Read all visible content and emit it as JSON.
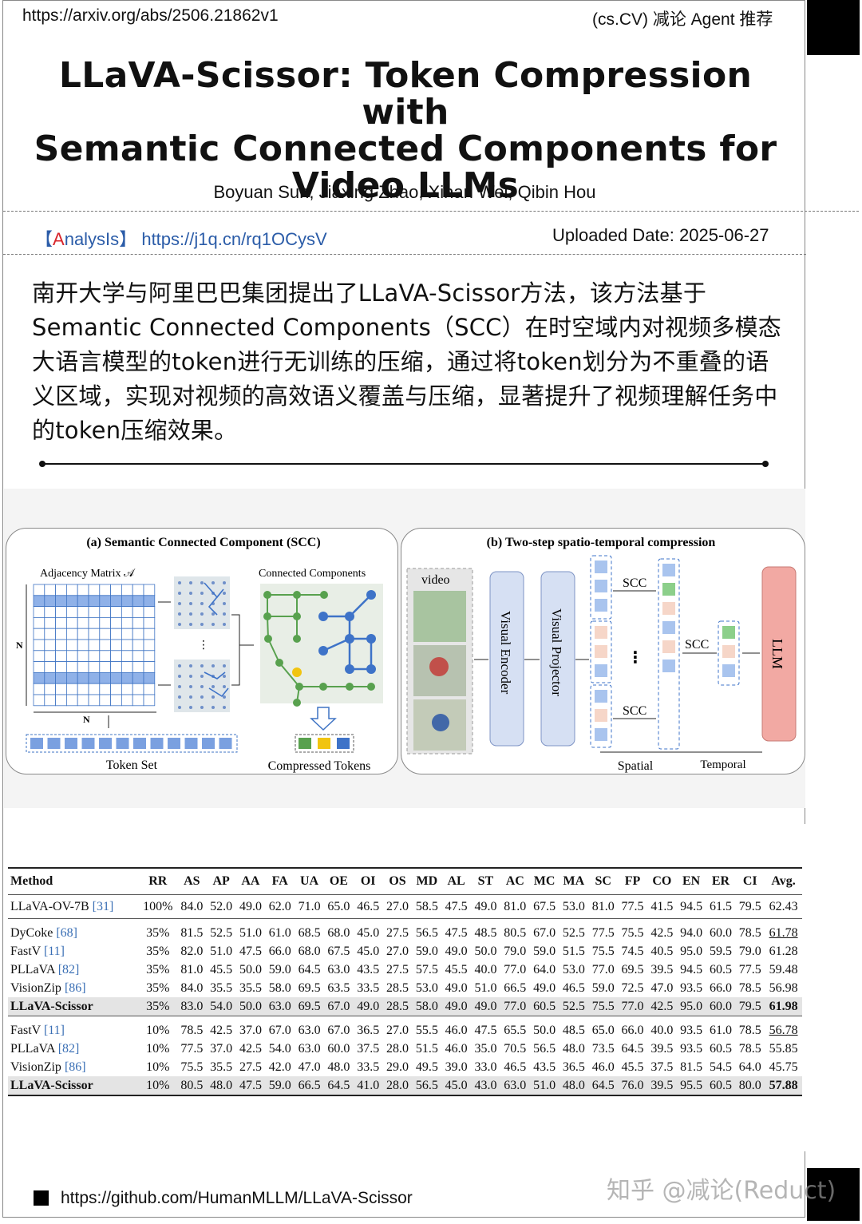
{
  "header": {
    "url": "https://arxiv.org/abs/2506.21862v1",
    "tag": "(cs.CV) 减论 Agent 推荐"
  },
  "paper": {
    "title_lines": [
      "LLaVA-Scissor: Token Compression with",
      "Semantic Connected Components for",
      "Video LLMs"
    ],
    "authors": "Boyuan Sun, Jiaxing Zhao, Xihan Wei, Qibin Hou"
  },
  "meta": {
    "analysis_open": "【",
    "analysis_red": "A",
    "analysis_rest": "nalysIs",
    "analysis_close": "】",
    "analysis_link": "https://j1q.cn/rq1OCysV",
    "uploaded": "Uploaded Date: 2025-06-27"
  },
  "abstract": "南开大学与阿里巴巴集团提出了LLaVA-Scissor方法，该方法基于Semantic Connected Components（SCC）在时空域内对视频多模态大语言模型的token进行无训练的压缩，通过将token划分为不重叠的语义区域，实现对视频的高效语义覆盖与压缩，显著提升了视频理解任务中的token压缩效果。",
  "figure": {
    "panel_a_title": "(a) Semantic Connected Component (SCC)",
    "adjacency_label": "Adjacency Matrix 𝒜",
    "connected_label": "Connected Components",
    "n_label": "N",
    "token_set": "Token Set",
    "compressed_tokens": "Compressed Tokens",
    "ellipsis": "⋮",
    "panel_b_title": "(b) Two-step spatio-temporal compression",
    "video": "video",
    "visual_encoder": "Visual Encoder",
    "visual_projector": "Visual Projector",
    "scc": "SCC",
    "llm": "LLM",
    "spatial": "Spatial",
    "temporal": "Temporal"
  },
  "table": {
    "headers": [
      "Method",
      "RR",
      "AS",
      "AP",
      "AA",
      "FA",
      "UA",
      "OE",
      "OI",
      "OS",
      "MD",
      "AL",
      "ST",
      "AC",
      "MC",
      "MA",
      "SC",
      "FP",
      "CO",
      "EN",
      "ER",
      "CI",
      "Avg."
    ],
    "baseline": {
      "name": "LLaVA-OV-7B",
      "ref": "[31]",
      "values": [
        "100%",
        "84.0",
        "52.0",
        "49.0",
        "62.0",
        "71.0",
        "65.0",
        "46.5",
        "27.0",
        "58.5",
        "47.5",
        "49.0",
        "81.0",
        "67.5",
        "53.0",
        "81.0",
        "77.5",
        "41.5",
        "94.5",
        "61.5",
        "79.5",
        "62.43"
      ]
    },
    "group35": [
      {
        "name": "DyCoke",
        "ref": "[68]",
        "values": [
          "35%",
          "81.5",
          "52.5",
          "51.0",
          "61.0",
          "68.5",
          "68.0",
          "45.0",
          "27.5",
          "56.5",
          "47.5",
          "48.5",
          "80.5",
          "67.0",
          "52.5",
          "77.5",
          "75.5",
          "42.5",
          "94.0",
          "60.0",
          "78.5",
          "61.78"
        ]
      },
      {
        "name": "FastV",
        "ref": "[11]",
        "values": [
          "35%",
          "82.0",
          "51.0",
          "47.5",
          "66.0",
          "68.0",
          "67.5",
          "45.0",
          "27.0",
          "59.0",
          "49.0",
          "50.0",
          "79.0",
          "59.0",
          "51.5",
          "75.5",
          "74.5",
          "40.5",
          "95.0",
          "59.5",
          "79.0",
          "61.28"
        ]
      },
      {
        "name": "PLLaVA",
        "ref": "[82]",
        "values": [
          "35%",
          "81.0",
          "45.5",
          "50.0",
          "59.0",
          "64.5",
          "63.0",
          "43.5",
          "27.5",
          "57.5",
          "45.5",
          "40.0",
          "77.0",
          "64.0",
          "53.0",
          "77.0",
          "69.5",
          "39.5",
          "94.5",
          "60.5",
          "77.5",
          "59.48"
        ]
      },
      {
        "name": "VisionZip",
        "ref": "[86]",
        "values": [
          "35%",
          "84.0",
          "35.5",
          "35.5",
          "58.0",
          "69.5",
          "63.5",
          "33.5",
          "28.5",
          "53.0",
          "49.0",
          "51.0",
          "66.5",
          "49.0",
          "46.5",
          "59.0",
          "72.5",
          "47.0",
          "93.5",
          "66.0",
          "78.5",
          "56.98"
        ]
      },
      {
        "name": "LLaVA-Scissor",
        "ref": "",
        "values": [
          "35%",
          "83.0",
          "54.0",
          "50.0",
          "63.0",
          "69.5",
          "67.0",
          "49.0",
          "28.5",
          "58.0",
          "49.0",
          "49.0",
          "77.0",
          "60.5",
          "52.5",
          "75.5",
          "77.0",
          "42.5",
          "95.0",
          "60.0",
          "79.5",
          "61.98"
        ]
      }
    ],
    "group10": [
      {
        "name": "FastV",
        "ref": "[11]",
        "values": [
          "10%",
          "78.5",
          "42.5",
          "37.0",
          "67.0",
          "63.0",
          "67.0",
          "36.5",
          "27.0",
          "55.5",
          "46.0",
          "47.5",
          "65.5",
          "50.0",
          "48.5",
          "65.0",
          "66.0",
          "40.0",
          "93.5",
          "61.0",
          "78.5",
          "56.78"
        ]
      },
      {
        "name": "PLLaVA",
        "ref": "[82]",
        "values": [
          "10%",
          "77.5",
          "37.0",
          "42.5",
          "54.0",
          "63.0",
          "60.0",
          "37.5",
          "28.0",
          "51.5",
          "46.0",
          "35.0",
          "70.5",
          "56.5",
          "48.0",
          "73.5",
          "64.5",
          "39.5",
          "93.5",
          "60.5",
          "78.5",
          "55.85"
        ]
      },
      {
        "name": "VisionZip",
        "ref": "[86]",
        "values": [
          "10%",
          "75.5",
          "35.5",
          "27.5",
          "42.0",
          "47.0",
          "48.0",
          "33.5",
          "29.0",
          "49.5",
          "39.0",
          "33.0",
          "46.5",
          "43.5",
          "36.5",
          "46.0",
          "45.5",
          "37.5",
          "81.5",
          "54.5",
          "64.0",
          "45.75"
        ]
      },
      {
        "name": "LLaVA-Scissor",
        "ref": "",
        "values": [
          "10%",
          "80.5",
          "48.0",
          "47.5",
          "59.0",
          "66.5",
          "64.5",
          "41.0",
          "28.0",
          "56.5",
          "45.0",
          "43.0",
          "63.0",
          "51.0",
          "48.0",
          "64.5",
          "76.0",
          "39.5",
          "95.5",
          "60.5",
          "80.0",
          "57.88"
        ]
      }
    ]
  },
  "footer": {
    "github": "https://github.com/HumanMLLM/LLaVA-Scissor",
    "watermark": "知乎 @减论(Reduct)"
  },
  "colors": {
    "link": "#2b5ca8",
    "accent_red": "#d8262c",
    "grid_blue": "#8fb1e8",
    "llm_red": "#f2a9a3",
    "encoder_blue": "#d6e0f3"
  }
}
